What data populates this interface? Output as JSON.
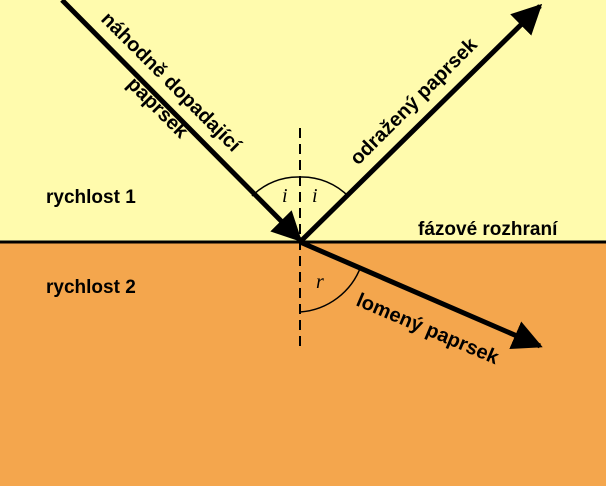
{
  "colors": {
    "upper_medium": "#FFFBAD",
    "lower_medium": "#F4A64D",
    "ray": "#000000"
  },
  "labels": {
    "incident_line1": "náhodně dopadající",
    "incident_line2": "paprsek",
    "reflected": "odražený paprsek",
    "refracted": "lomený paprsek",
    "speed1": "rychlost 1",
    "speed2": "rychlost 2",
    "interface": "fázové rozhraní",
    "angle_incidence_left": "i",
    "angle_incidence_right": "i",
    "angle_refraction": "r"
  }
}
